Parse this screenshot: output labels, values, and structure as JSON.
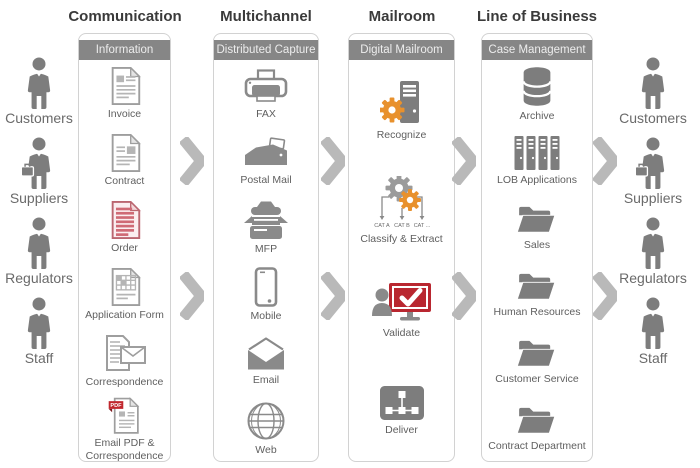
{
  "palette": {
    "icon_gray": "#7d7d7d",
    "outline_gray": "#9e9e9e",
    "header_bar_bg": "#868686",
    "header_bar_text": "#ededed",
    "title_text": "#3a3a3a",
    "label_text": "#5f5f5f",
    "arrow_gray": "#b9b9b9",
    "accent_orange": "#e8912d",
    "accent_red": "#b92730",
    "order_red": "#cf6a75"
  },
  "actors_left": [
    {
      "label": "Customers",
      "icon": "person"
    },
    {
      "label": "Suppliers",
      "icon": "person-briefcase"
    },
    {
      "label": "Regulators",
      "icon": "person"
    },
    {
      "label": "Staff",
      "icon": "person"
    }
  ],
  "actors_right": [
    {
      "label": "Customers",
      "icon": "person"
    },
    {
      "label": "Suppliers",
      "icon": "person-briefcase"
    },
    {
      "label": "Regulators",
      "icon": "person"
    },
    {
      "label": "Staff",
      "icon": "person"
    }
  ],
  "columns": [
    {
      "title": "Communication",
      "header": "Information",
      "items": [
        {
          "label": "Invoice",
          "icon": "invoice-document"
        },
        {
          "label": "Contract",
          "icon": "contract-document"
        },
        {
          "label": "Order",
          "icon": "order-document"
        },
        {
          "label": "Application Form",
          "icon": "application-form-document"
        },
        {
          "label": "Correspondence",
          "icon": "correspondence-document"
        },
        {
          "label": "Email PDF & Correspondence",
          "icon": "email-pdf-document",
          "badge": "PDF"
        }
      ]
    },
    {
      "title": "Multichannel",
      "header": "Distributed Capture",
      "items": [
        {
          "label": "FAX",
          "icon": "fax-printer"
        },
        {
          "label": "Postal Mail",
          "icon": "postal-mail-device"
        },
        {
          "label": "MFP",
          "icon": "mfp-copier"
        },
        {
          "label": "Mobile",
          "icon": "mobile-phone"
        },
        {
          "label": "Email",
          "icon": "open-envelope"
        },
        {
          "label": "Web",
          "icon": "globe"
        }
      ]
    },
    {
      "title": "Mailroom",
      "header": "Digital Mailroom",
      "items": [
        {
          "label": "Recognize",
          "icon": "server-gear"
        },
        {
          "label": "Classify & Extract",
          "icon": "gears-classify",
          "categories": [
            "CAT A",
            "CAT B",
            "CAT ..."
          ]
        },
        {
          "label": "Validate",
          "icon": "person-monitor-check"
        },
        {
          "label": "Deliver",
          "icon": "network-nodes"
        }
      ]
    },
    {
      "title": "Line of Business",
      "header": "Case Management",
      "items": [
        {
          "label": "Archive",
          "icon": "database"
        },
        {
          "label": "LOB Applications",
          "icon": "server-racks"
        },
        {
          "label": "Sales",
          "icon": "folder"
        },
        {
          "label": "Human Resources",
          "icon": "folder"
        },
        {
          "label": "Customer Service",
          "icon": "folder"
        },
        {
          "label": "Contract Department",
          "icon": "folder"
        }
      ]
    }
  ]
}
